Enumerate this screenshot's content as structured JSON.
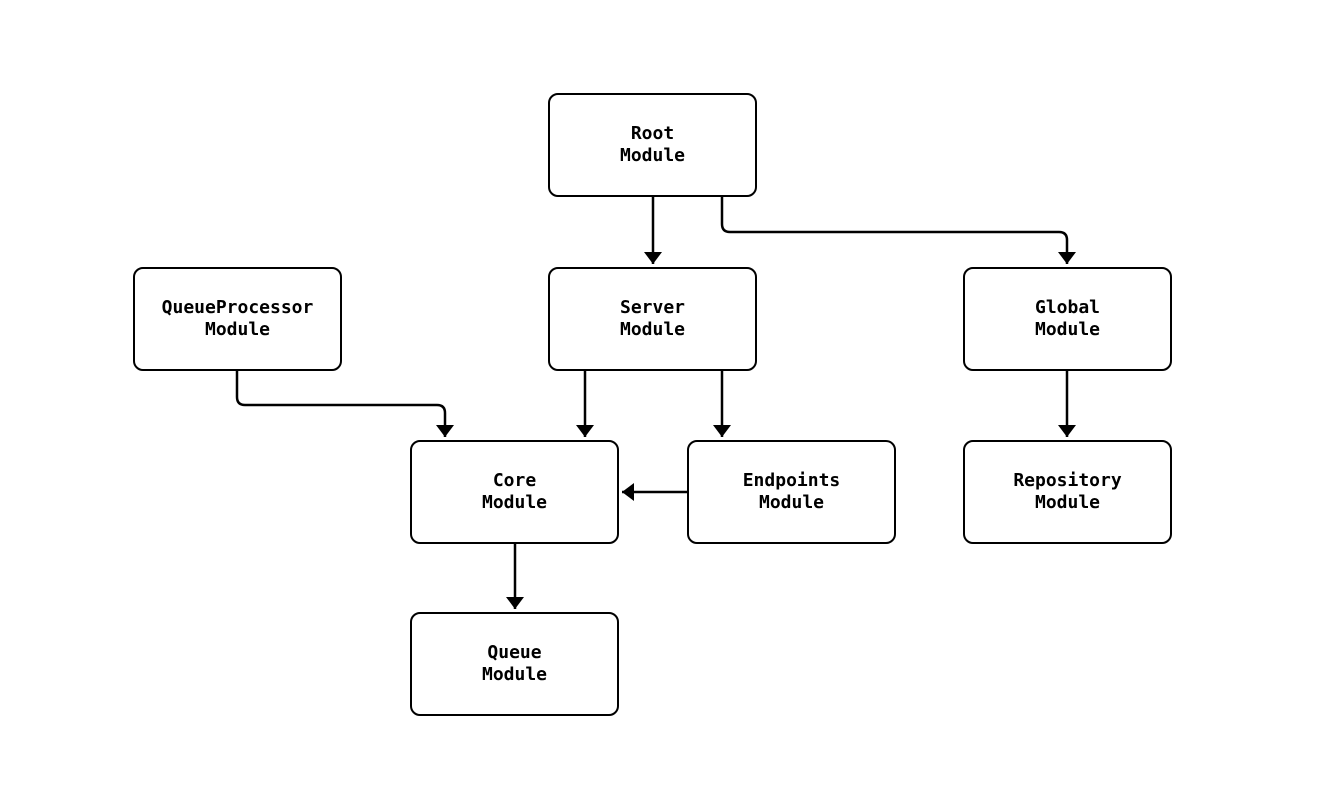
{
  "diagram": {
    "type": "flowchart-module-dependencies",
    "colors": {
      "background": "#ffffff",
      "node_fill": "#ffffff",
      "stroke": "#000000",
      "text": "#000000"
    },
    "nodes": {
      "root": {
        "line1": "Root",
        "line2": "Module"
      },
      "queueprocessor": {
        "line1": "QueueProcessor",
        "line2": "Module"
      },
      "server": {
        "line1": "Server",
        "line2": "Module"
      },
      "global": {
        "line1": "Global",
        "line2": "Module"
      },
      "core": {
        "line1": "Core",
        "line2": "Module"
      },
      "endpoints": {
        "line1": "Endpoints",
        "line2": "Module"
      },
      "repository": {
        "line1": "Repository",
        "line2": "Module"
      },
      "queue": {
        "line1": "Queue",
        "line2": "Module"
      }
    },
    "edges": [
      {
        "from": "Root Module",
        "to": "Server Module"
      },
      {
        "from": "Root Module",
        "to": "Global Module"
      },
      {
        "from": "QueueProcessor Module",
        "to": "Core Module"
      },
      {
        "from": "Server Module",
        "to": "Core Module"
      },
      {
        "from": "Server Module",
        "to": "Endpoints Module"
      },
      {
        "from": "Endpoints Module",
        "to": "Core Module"
      },
      {
        "from": "Global Module",
        "to": "Repository Module"
      },
      {
        "from": "Core Module",
        "to": "Queue Module"
      }
    ]
  }
}
